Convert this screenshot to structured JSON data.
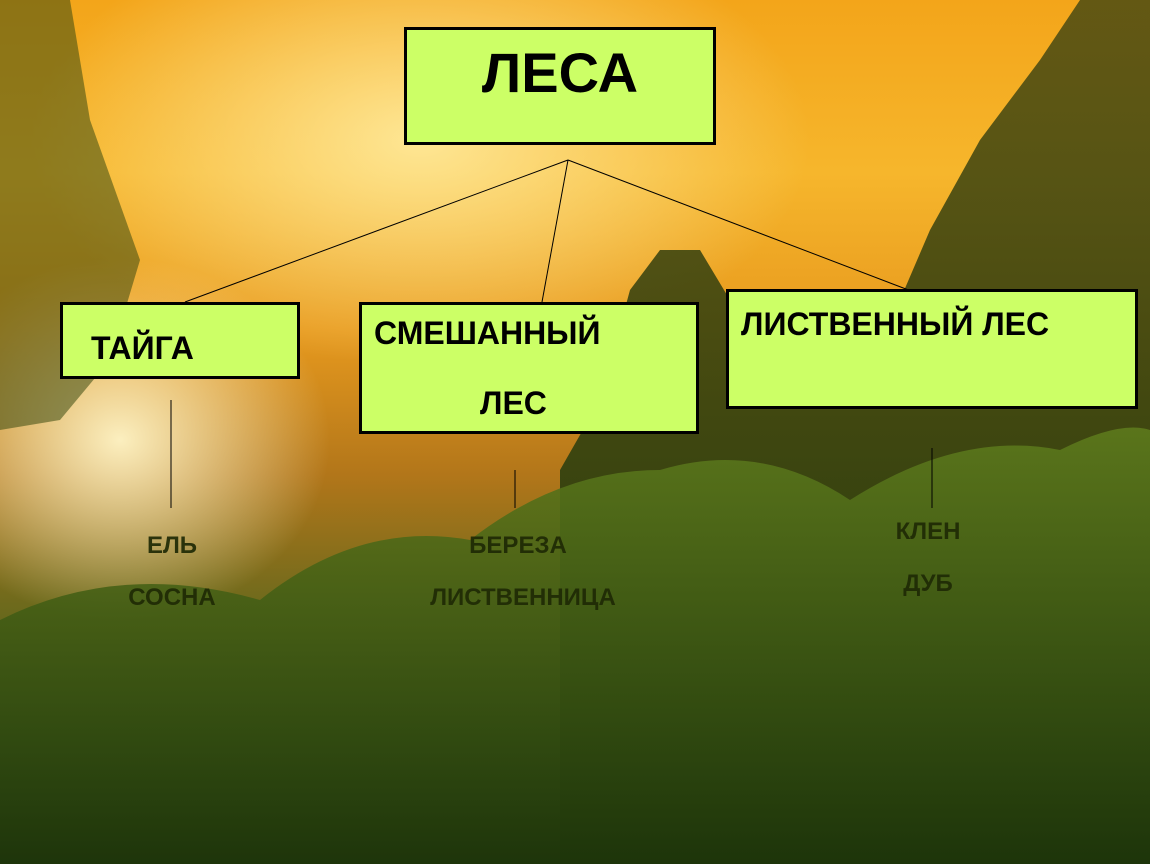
{
  "root": {
    "label": "ЛЕСА"
  },
  "categories": [
    {
      "label": "ТАЙГА",
      "examples": [
        "ЕЛЬ",
        "СОСНА"
      ]
    },
    {
      "label_line1": "СМЕШАННЫЙ",
      "label_line2": "ЛЕС",
      "examples": [
        "БЕРЕЗА",
        "ЛИСТВЕННИЦА"
      ]
    },
    {
      "label": "ЛИСТВЕННЫЙ ЛЕС",
      "examples": [
        "КЛЕН",
        "ДУБ"
      ]
    }
  ]
}
